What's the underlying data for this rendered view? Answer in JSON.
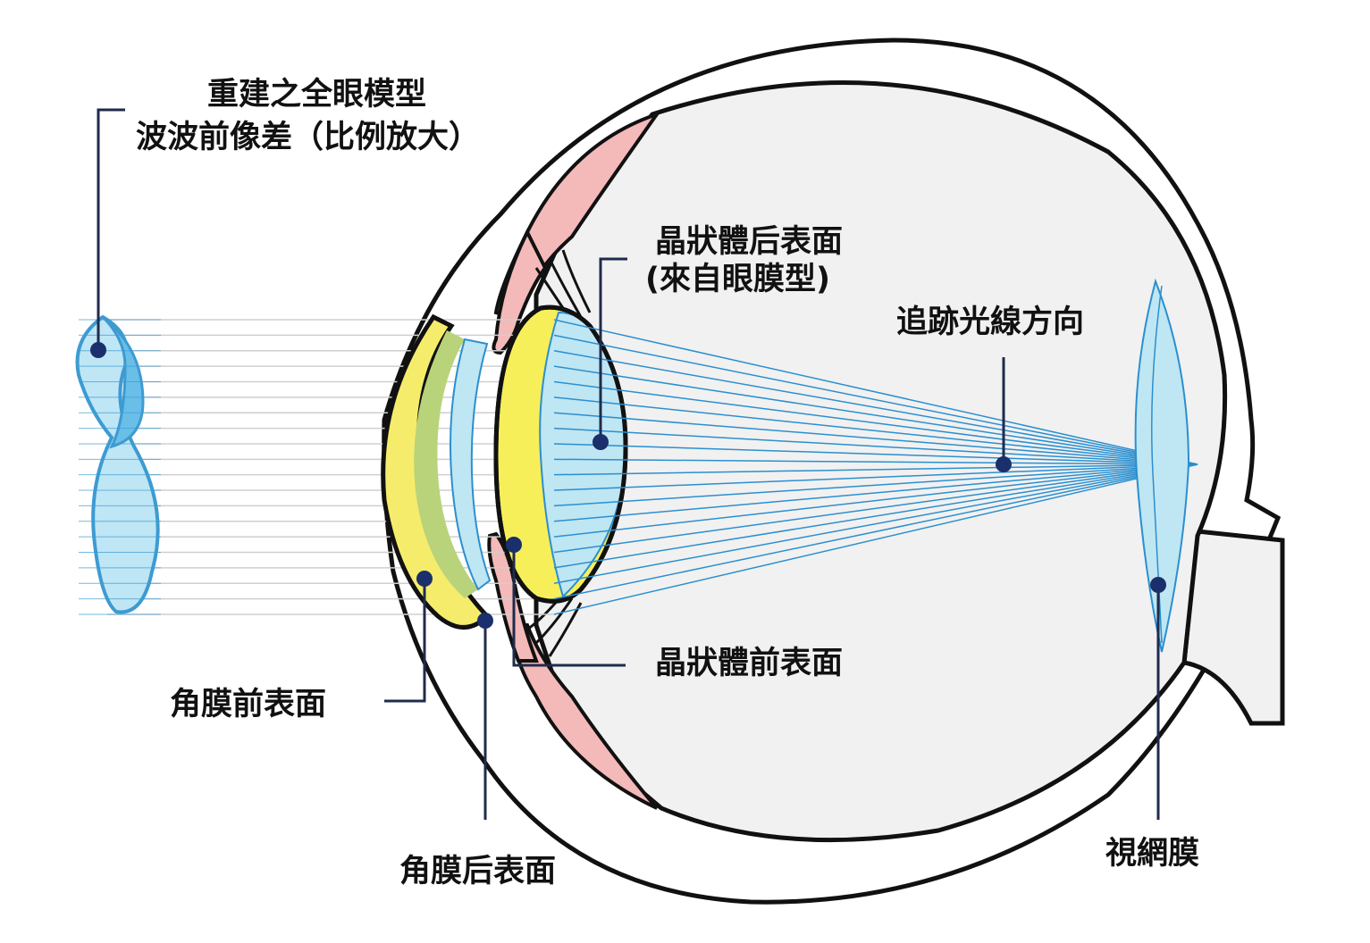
{
  "labels": {
    "wavefront_line1": "重建之全眼模型",
    "wavefront_line2": "波波前像差（比例放大）",
    "lens_back_line1": "晶狀體后表面",
    "lens_back_line2": "(來自眼膜型)",
    "ray_direction": "追跡光線方向",
    "lens_front": "晶狀體前表面",
    "cornea_front": "角膜前表面",
    "cornea_back": "角膜后表面",
    "retina": "視網膜"
  },
  "colors": {
    "outline": "#111111",
    "leader": "#1f2b4d",
    "marker": "#1a2f6b",
    "eye_fill": "#f1f1f1",
    "ciliary": "#f4b9b9",
    "cornea_yellow": "#f6ec6c",
    "lens_yellow": "#f7ef5a",
    "cornea_green": "#b9d37a",
    "aqua": "#bfe6f3",
    "wave": "#bfe6f5",
    "wave_stroke": "#3d9bd2",
    "ray": "#2b8fcf",
    "parallel": "#cfcfcf"
  }
}
